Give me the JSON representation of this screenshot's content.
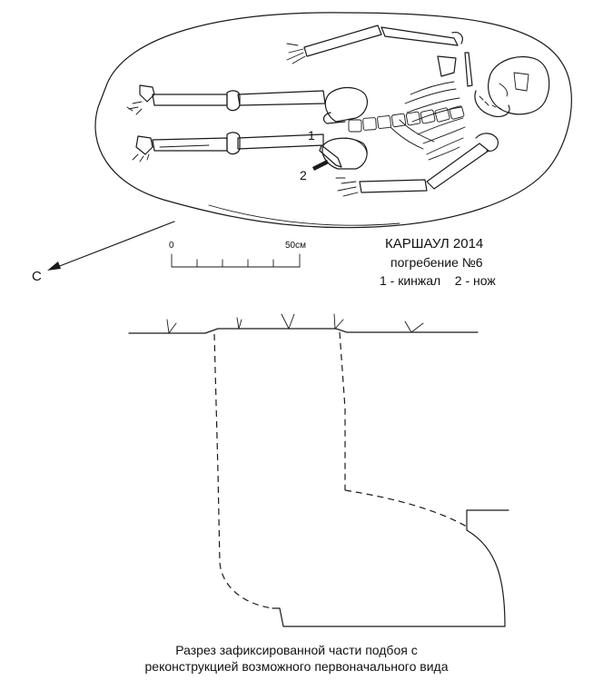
{
  "title": "КАРШАУЛ 2014",
  "subtitle": "погребение №6",
  "legend": "1 - кинжал    2 - нож",
  "marker_1": "1",
  "marker_2": "2",
  "north_label": "С",
  "scale": {
    "start": "0",
    "end": "50см"
  },
  "caption_line1": "Разрез зафиксированной части подбоя с",
  "caption_line2": "реконструкцией возможного первоначального вида"
}
